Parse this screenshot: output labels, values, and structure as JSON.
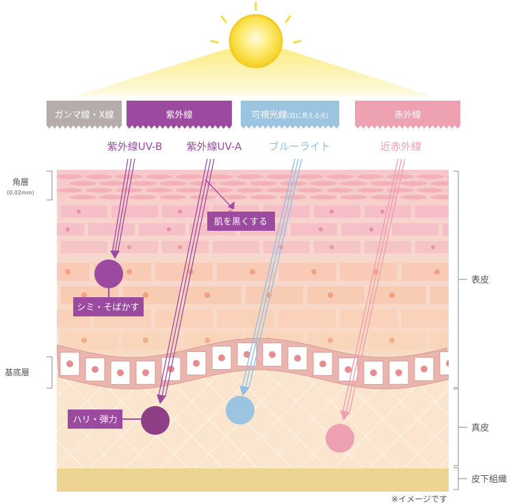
{
  "bands": {
    "gamma": {
      "label": "ガンマ線・X線",
      "color": "#b5adab"
    },
    "uv": {
      "label": "紫外線",
      "color": "#9b4a9f"
    },
    "visible": {
      "label": "可視光線",
      "sub": "(目に見える光)",
      "color": "#9bc4e1"
    },
    "infrared": {
      "label": "赤外線",
      "color": "#eea1b0"
    }
  },
  "rays": {
    "uvb": {
      "label": "紫外線UV-B",
      "color": "#9b4a9f"
    },
    "uva": {
      "label": "紫外線UV-A",
      "color": "#9b4a9f"
    },
    "blue": {
      "label": "ブルーライト",
      "color": "#8fbfe3"
    },
    "nir": {
      "label": "近赤外線",
      "color": "#ee9fb0"
    }
  },
  "callouts": {
    "tan": "肌を黒くする",
    "spots": "シミ・そばかす",
    "firm": "ハリ・弾力"
  },
  "layers_left": {
    "stratum": "角層",
    "stratum_sub": "(0.02mm)",
    "basal": "基底層"
  },
  "layers_right": {
    "epidermis": "表皮",
    "dermis": "真皮",
    "subcutis": "皮下組織"
  },
  "note": "※イメージです"
}
